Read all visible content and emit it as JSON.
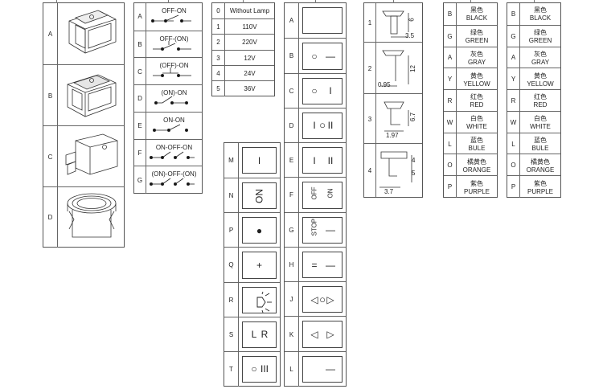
{
  "housings": {
    "rows": [
      {
        "code": "A"
      },
      {
        "code": "B"
      },
      {
        "code": "C"
      },
      {
        "code": "D"
      }
    ]
  },
  "functions": {
    "rows": [
      {
        "code": "A",
        "label": "OFF-ON"
      },
      {
        "code": "B",
        "label": "OFF-(ON)"
      },
      {
        "code": "C",
        "label": "(OFF)-ON"
      },
      {
        "code": "D",
        "label": "(ON)-ON"
      },
      {
        "code": "E",
        "label": "ON-ON"
      },
      {
        "code": "F",
        "label": "ON-OFF-ON"
      },
      {
        "code": "G",
        "label": "(ON)-OFF-(ON)"
      }
    ]
  },
  "lamps": {
    "rows": [
      {
        "code": "0",
        "value": "Without Lamp"
      },
      {
        "code": "1",
        "value": "110V"
      },
      {
        "code": "2",
        "value": "220V"
      },
      {
        "code": "3",
        "value": "12V"
      },
      {
        "code": "4",
        "value": "24V"
      },
      {
        "code": "5",
        "value": "36V"
      }
    ]
  },
  "markings_left": {
    "rows": [
      {
        "code": "M",
        "symbol": "I"
      },
      {
        "code": "N",
        "symbol": "ON"
      },
      {
        "code": "P",
        "symbol": "●"
      },
      {
        "code": "Q",
        "symbol": "+"
      },
      {
        "code": "R",
        "symbol": "lamp"
      },
      {
        "code": "S",
        "symbol_left": "L",
        "symbol_right": "R"
      },
      {
        "code": "T",
        "symbol_left": "○",
        "symbol_right": "III"
      }
    ]
  },
  "markings_right": {
    "rows": [
      {
        "code": "A",
        "symbol": ""
      },
      {
        "code": "B",
        "symbol_left": "○",
        "symbol_right": "—"
      },
      {
        "code": "C",
        "symbol_left": "○",
        "symbol_right": "I"
      },
      {
        "code": "D",
        "symbol_left": "I",
        "symbol_mid": "○",
        "symbol_right": "II"
      },
      {
        "code": "E",
        "symbol_left": "I",
        "symbol_right": "II"
      },
      {
        "code": "F",
        "symbol_left": "OFF",
        "symbol_right": "ON"
      },
      {
        "code": "G",
        "symbol_left": "STOP",
        "symbol_right": "—"
      },
      {
        "code": "H",
        "symbol_left": "=",
        "symbol_right": "—"
      },
      {
        "code": "J",
        "symbol_left": "◁",
        "symbol_mid": "○",
        "symbol_right": "▷"
      },
      {
        "code": "K",
        "symbol_left": "◁",
        "symbol_right": "▷"
      },
      {
        "code": "L",
        "symbol_right": "—"
      }
    ]
  },
  "terminals": {
    "rows": [
      {
        "code": "1",
        "dims": [
          "6",
          "3.5"
        ]
      },
      {
        "code": "2",
        "dims": [
          "12",
          "0.95"
        ]
      },
      {
        "code": "3",
        "dims": [
          "6.7",
          "1.97"
        ]
      },
      {
        "code": "4",
        "dims": [
          "4",
          "5",
          "3.7"
        ]
      }
    ]
  },
  "colors_1": {
    "rows": [
      {
        "code": "B",
        "zh": "黑色",
        "en": "BLACK"
      },
      {
        "code": "G",
        "zh": "绿色",
        "en": "GREEN"
      },
      {
        "code": "A",
        "zh": "灰色",
        "en": "GRAY"
      },
      {
        "code": "Y",
        "zh": "黄色",
        "en": "YELLOW"
      },
      {
        "code": "R",
        "zh": "红色",
        "en": "RED"
      },
      {
        "code": "W",
        "zh": "白色",
        "en": "WHITE"
      },
      {
        "code": "L",
        "zh": "蓝色",
        "en": "BULE"
      },
      {
        "code": "O",
        "zh": "橘黄色",
        "en": "ORANGE"
      },
      {
        "code": "P",
        "zh": "紫色",
        "en": "PURPLE"
      }
    ]
  },
  "colors_2": {
    "rows": [
      {
        "code": "B",
        "zh": "黑色",
        "en": "BLACK"
      },
      {
        "code": "G",
        "zh": "绿色",
        "en": "GREEN"
      },
      {
        "code": "A",
        "zh": "灰色",
        "en": "GRAY"
      },
      {
        "code": "Y",
        "zh": "黄色",
        "en": "YELLOW"
      },
      {
        "code": "R",
        "zh": "红色",
        "en": "RED"
      },
      {
        "code": "W",
        "zh": "白色",
        "en": "WHITE"
      },
      {
        "code": "L",
        "zh": "蓝色",
        "en": "BULE"
      },
      {
        "code": "O",
        "zh": "橘黄色",
        "en": "ORANGE"
      },
      {
        "code": "P",
        "zh": "紫色",
        "en": "PURPLE"
      }
    ]
  }
}
